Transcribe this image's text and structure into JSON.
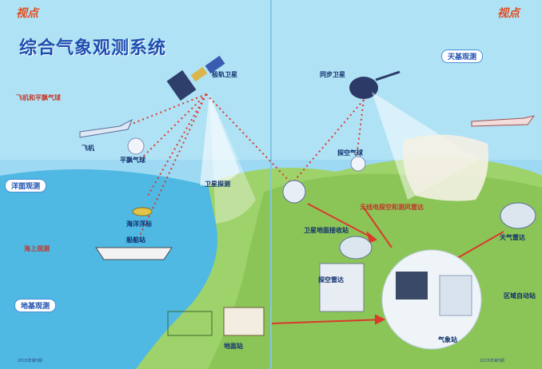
{
  "title": "综合气象观测系统",
  "logo": "视点",
  "labels": {
    "airplane_sounding": "飞机和平飘气球",
    "airplane": "飞机",
    "balloon": "平飘气球",
    "ocean_obs": "洋面观测",
    "buoy": "海洋浮标",
    "ship_station": "船舶站",
    "marine_obs": "海上观测",
    "ground_obs": "地基观测",
    "polar_sat": "极轨卫星",
    "sat_probe": "卫星探测",
    "geo_sat": "同步卫星",
    "sky_obs": "天基观测",
    "sounding_balloon": "探空气球",
    "wind_profiler": "无线电探空和测风雷达",
    "sat_receiver": "卫星地面接收站",
    "upper_air": "探空雷达",
    "weather_radar": "天气雷达",
    "regional_station": "区域自动站",
    "ground_station": "地面站",
    "weather_center": "气象站"
  },
  "footer_left": "2015年第5期",
  "footer_right": "2015年第5期"
}
